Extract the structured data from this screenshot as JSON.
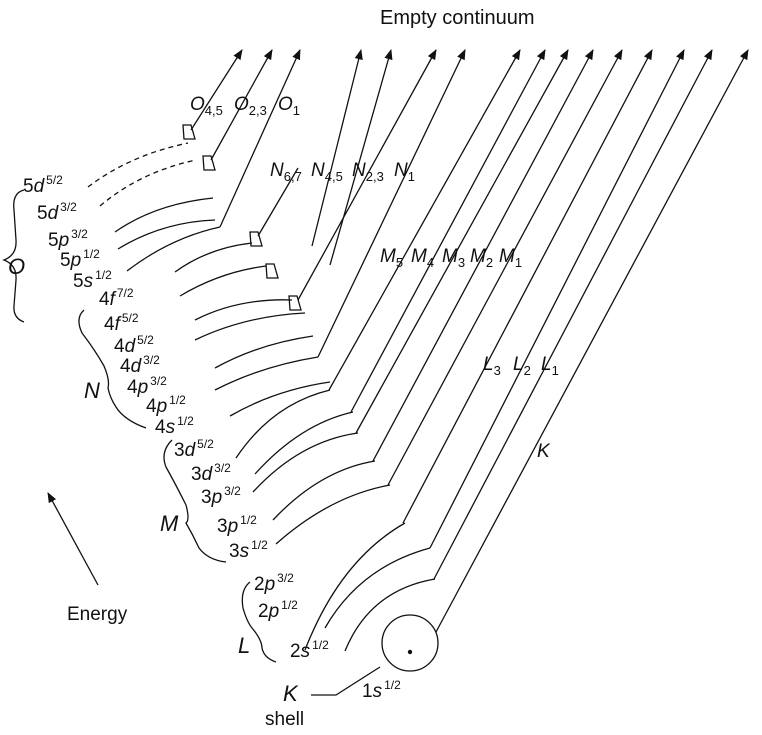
{
  "title": "Empty continuum",
  "energy_label": "Energy",
  "k_shell": {
    "letter": "K",
    "word": "shell"
  },
  "shells": [
    {
      "id": "O",
      "name": "O"
    },
    {
      "id": "N",
      "name": "N"
    },
    {
      "id": "M",
      "name": "M"
    },
    {
      "id": "L",
      "name": "L"
    }
  ],
  "subshells": [
    {
      "id": "5d52",
      "orb": "5d",
      "j": "5/2"
    },
    {
      "id": "5d32",
      "orb": "5d",
      "j": "3/2"
    },
    {
      "id": "5p32",
      "orb": "5p",
      "j": "3/2"
    },
    {
      "id": "5p12",
      "orb": "5p",
      "j": "1/2"
    },
    {
      "id": "5s12",
      "orb": "5s",
      "j": "1/2"
    },
    {
      "id": "4f72",
      "orb": "4f",
      "j": "7/2"
    },
    {
      "id": "4f52",
      "orb": "4f",
      "j": "5/2"
    },
    {
      "id": "4d52",
      "orb": "4d",
      "j": "5/2"
    },
    {
      "id": "4d32",
      "orb": "4d",
      "j": "3/2"
    },
    {
      "id": "4p32",
      "orb": "4p",
      "j": "3/2"
    },
    {
      "id": "4p12",
      "orb": "4p",
      "j": "1/2"
    },
    {
      "id": "4s12",
      "orb": "4s",
      "j": "1/2"
    },
    {
      "id": "3d52",
      "orb": "3d",
      "j": "5/2"
    },
    {
      "id": "3d32",
      "orb": "3d",
      "j": "3/2"
    },
    {
      "id": "3p32",
      "orb": "3p",
      "j": "3/2"
    },
    {
      "id": "3p12",
      "orb": "3p",
      "j": "1/2"
    },
    {
      "id": "3s12",
      "orb": "3s",
      "j": "1/2"
    },
    {
      "id": "2p32",
      "orb": "2p",
      "j": "3/2"
    },
    {
      "id": "2p12",
      "orb": "2p",
      "j": "1/2"
    },
    {
      "id": "2s12",
      "orb": "2s",
      "j": "1/2"
    },
    {
      "id": "1s12",
      "orb": "1s",
      "j": "1/2"
    }
  ],
  "edges": [
    {
      "id": "O45",
      "main": "O",
      "sub": "4,5"
    },
    {
      "id": "O23",
      "main": "O",
      "sub": "2,3"
    },
    {
      "id": "O1",
      "main": "O",
      "sub": "1"
    },
    {
      "id": "N67",
      "main": "N",
      "sub": "6,7"
    },
    {
      "id": "N45",
      "main": "N",
      "sub": "4,5"
    },
    {
      "id": "N23",
      "main": "N",
      "sub": "2,3"
    },
    {
      "id": "N1",
      "main": "N",
      "sub": "1"
    },
    {
      "id": "M5",
      "main": "M",
      "sub": "5"
    },
    {
      "id": "M4",
      "main": "M",
      "sub": "4"
    },
    {
      "id": "M3",
      "main": "M",
      "sub": "3"
    },
    {
      "id": "M2",
      "main": "M",
      "sub": "2"
    },
    {
      "id": "M1",
      "main": "M",
      "sub": "1"
    },
    {
      "id": "L3",
      "main": "L",
      "sub": "3"
    },
    {
      "id": "L2",
      "main": "L",
      "sub": "2"
    },
    {
      "id": "L1",
      "main": "L",
      "sub": "1"
    },
    {
      "id": "K",
      "main": "K",
      "sub": ""
    }
  ]
}
